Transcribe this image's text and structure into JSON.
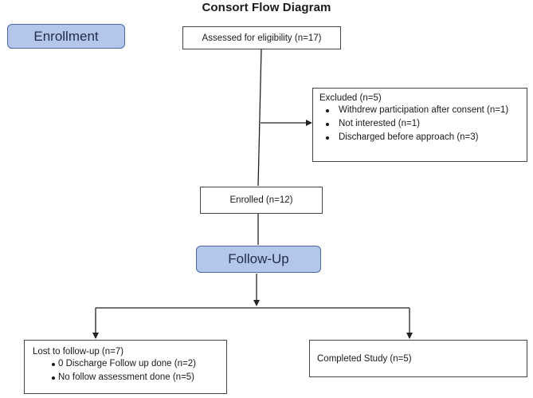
{
  "title": "Consort Flow Diagram",
  "stages": {
    "enrollment": "Enrollment",
    "follow_up": "Follow-Up"
  },
  "boxes": {
    "assessed": "Assessed for eligibility (n=17)",
    "excluded": {
      "title": "Excluded (n=5)",
      "items": [
        "Withdrew participation after consent (n=1)",
        "Not interested (n=1)",
        "Discharged before approach (n=3)"
      ]
    },
    "enrolled": "Enrolled (n=12)",
    "lost": {
      "title": "Lost to follow-up (n=7)",
      "items": [
        "0 Discharge Follow up done (n=2)",
        "No follow assessment done (n=5)"
      ]
    },
    "completed": "Completed Study (n=5)"
  },
  "colors": {
    "stage_fill": "#b4c7ea",
    "stage_border": "#4a6aa0",
    "line": "#222222"
  }
}
